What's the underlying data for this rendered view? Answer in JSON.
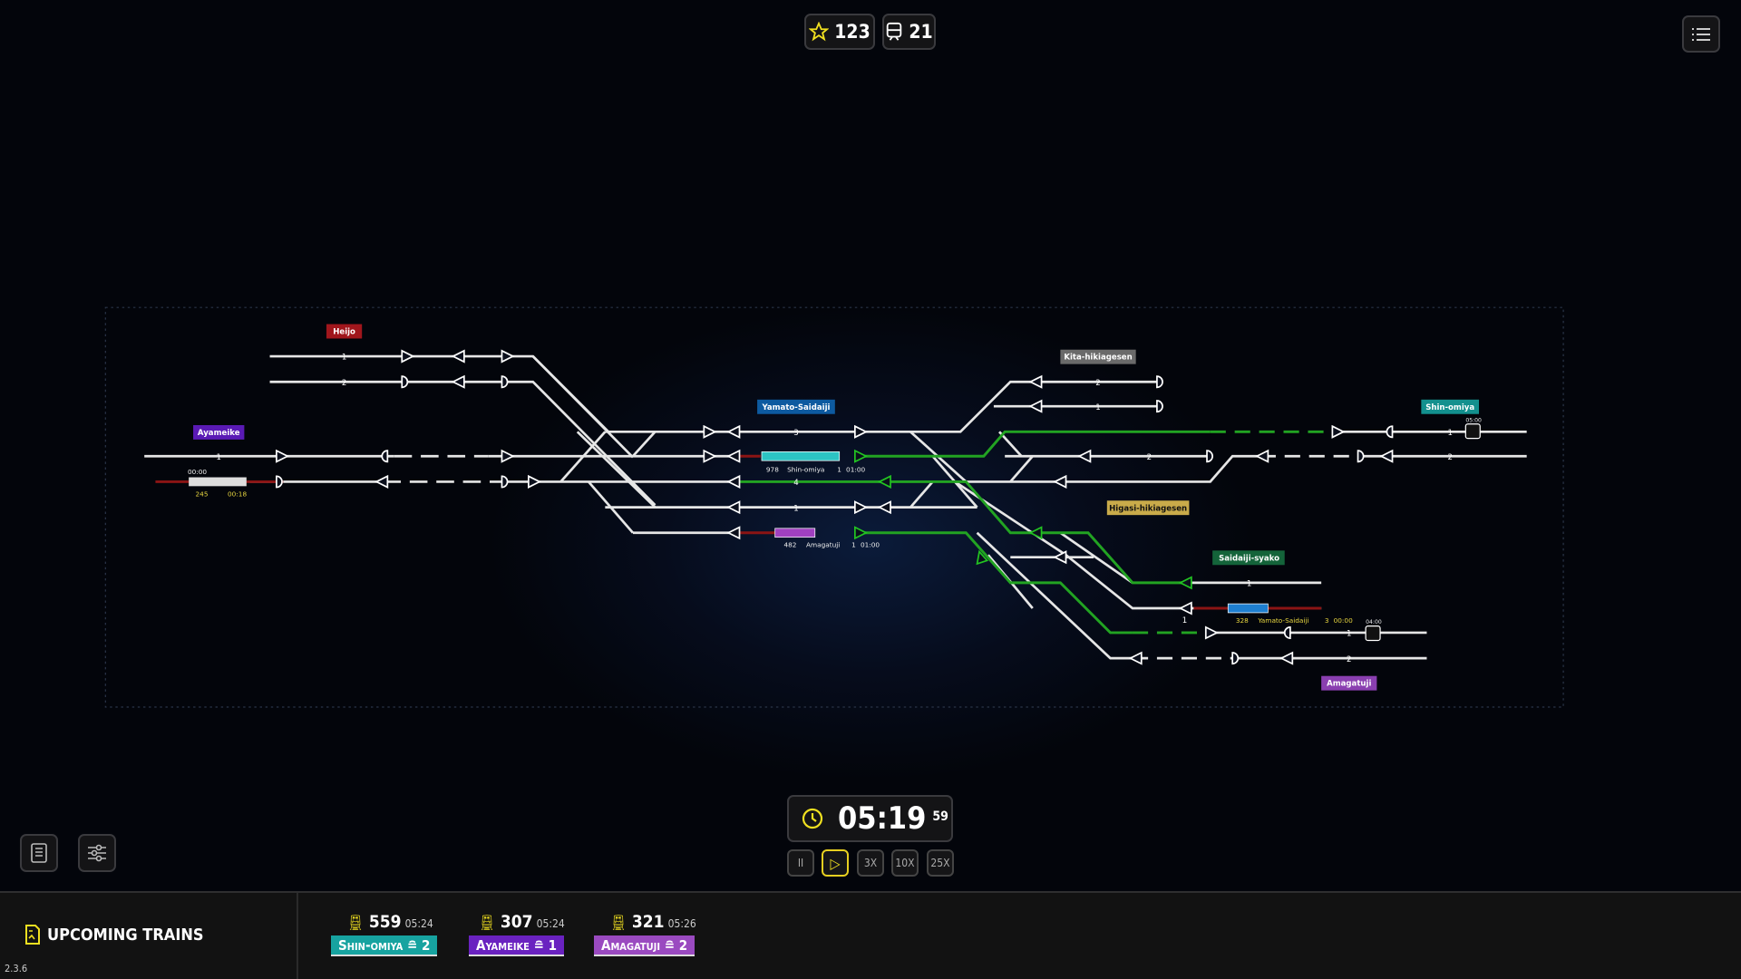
{
  "top": {
    "stars": "123",
    "trains": "21",
    "star_icon": "star-icon",
    "train_icon": "train-icon",
    "menu_icon": "list-icon"
  },
  "stations": {
    "heijo": "Heijo",
    "ayameike": "Ayameike",
    "yamato": "Yamato-Saidaiji",
    "kita": "Kita-hikiagesen",
    "shin": "Shin-omiya",
    "higasi": "Higasi-hikiagesen",
    "syako": "Saidaiji-syako",
    "amagatuji": "Amagatuji"
  },
  "colors": {
    "heijo": "#a0161c",
    "ayameike": "#5a1ab5",
    "yamato": "#0d5aa0",
    "kita": "#6a6a6a",
    "shin": "#13908e",
    "higasi": "#c9ab4a",
    "syako": "#14643a",
    "amagatuji": "#8a3fb0",
    "route": "#1fa51f",
    "occupied": "#8b1414"
  },
  "track_numbers": [
    "1",
    "2",
    "1",
    "2",
    "1",
    "3",
    "4",
    "1",
    "2",
    "1",
    "2",
    "1",
    "1",
    "2",
    "1"
  ],
  "trains_on_map": [
    {
      "timer": "00:00",
      "number": "245",
      "time": "00:18"
    },
    {
      "number": "978",
      "dest": "Shin-omiya",
      "platform": "1",
      "time": "01:00"
    },
    {
      "number": "482",
      "dest": "Amagatuji",
      "platform": "1",
      "time": "01:00"
    },
    {
      "number": "328",
      "dest": "Yamato-Saidaiji",
      "platform": "3",
      "time": "00:00"
    }
  ],
  "stops": {
    "shin": "05:00",
    "amagatuji": "04:00"
  },
  "clock": {
    "time": "05:19",
    "seconds": "59"
  },
  "speed": {
    "pause": "II",
    "play": "▷",
    "x3": "3X",
    "x10": "10X",
    "x25": "25X"
  },
  "upcoming": {
    "title": "UPCOMING TRAINS",
    "trains": [
      {
        "number": "559",
        "time": "05:24",
        "station": "Shin-omiya",
        "platform": "2"
      },
      {
        "number": "307",
        "time": "05:24",
        "station": "Ayameike",
        "platform": "1"
      },
      {
        "number": "321",
        "time": "05:26",
        "station": "Amagatuji",
        "platform": "2"
      }
    ]
  },
  "version": "2.3.6"
}
